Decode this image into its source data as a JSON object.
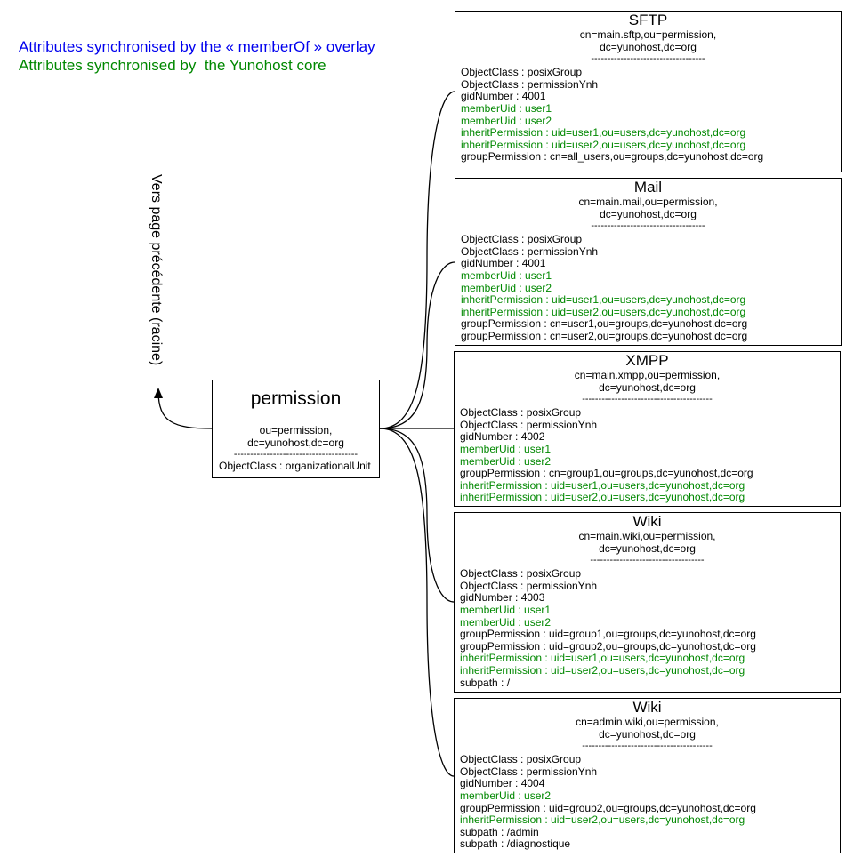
{
  "legend": {
    "overlay": {
      "text": "Attributes synchronised by the « memberOf » overlay",
      "color": "#0000ee"
    },
    "core": {
      "text": "Attributes synchronised by  the Yunohost core",
      "color": "#008800"
    }
  },
  "back_label": "Vers page précédente (racine)",
  "colors": {
    "core_attr": "#008800",
    "normal_attr": "#000000",
    "line": "#000000"
  },
  "root": {
    "title": "permission",
    "dn": "ou=permission,\ndc=yunohost,dc=org",
    "separator": "--------------------------------------",
    "attributes": [
      {
        "text": "ObjectClass : organizationalUnit",
        "core": false
      }
    ]
  },
  "entries": [
    {
      "title": "SFTP",
      "dn": "cn=main.sftp,ou=permission,\ndc=yunohost,dc=org",
      "separator": "-----------------------------------",
      "attributes": [
        {
          "text": "ObjectClass : posixGroup",
          "core": false
        },
        {
          "text": "ObjectClass : permissionYnh",
          "core": false
        },
        {
          "text": "gidNumber : 4001",
          "core": false
        },
        {
          "text": "memberUid : user1",
          "core": true
        },
        {
          "text": "memberUid : user2",
          "core": true
        },
        {
          "text": "inheritPermission : uid=user1,ou=users,dc=yunohost,dc=org",
          "core": true
        },
        {
          "text": "inheritPermission : uid=user2,ou=users,dc=yunohost,dc=org",
          "core": true
        },
        {
          "text": "groupPermission : cn=all_users,ou=groups,dc=yunohost,dc=org",
          "core": false
        }
      ]
    },
    {
      "title": "Mail",
      "dn": "cn=main.mail,ou=permission,\ndc=yunohost,dc=org",
      "separator": "-----------------------------------",
      "attributes": [
        {
          "text": "ObjectClass : posixGroup",
          "core": false
        },
        {
          "text": "ObjectClass : permissionYnh",
          "core": false
        },
        {
          "text": "gidNumber : 4001",
          "core": false
        },
        {
          "text": "memberUid : user1",
          "core": true
        },
        {
          "text": "memberUid : user2",
          "core": true
        },
        {
          "text": "inheritPermission : uid=user1,ou=users,dc=yunohost,dc=org",
          "core": true
        },
        {
          "text": "inheritPermission : uid=user2,ou=users,dc=yunohost,dc=org",
          "core": true
        },
        {
          "text": "groupPermission : cn=user1,ou=groups,dc=yunohost,dc=org",
          "core": false
        },
        {
          "text": "groupPermission : cn=user2,ou=groups,dc=yunohost,dc=org",
          "core": false
        }
      ]
    },
    {
      "title": "XMPP",
      "dn": "cn=main.xmpp,ou=permission,\ndc=yunohost,dc=org",
      "separator": "----------------------------------------",
      "attributes": [
        {
          "text": "ObjectClass : posixGroup",
          "core": false
        },
        {
          "text": "ObjectClass : permissionYnh",
          "core": false
        },
        {
          "text": "gidNumber : 4002",
          "core": false
        },
        {
          "text": "memberUid : user1",
          "core": true
        },
        {
          "text": "memberUid : user2",
          "core": true
        },
        {
          "text": "groupPermission : cn=group1,ou=groups,dc=yunohost,dc=org",
          "core": false
        },
        {
          "text": "inheritPermission : uid=user1,ou=users,dc=yunohost,dc=org",
          "core": true
        },
        {
          "text": "inheritPermission : uid=user2,ou=users,dc=yunohost,dc=org",
          "core": true
        }
      ]
    },
    {
      "title": "Wiki",
      "dn": "cn=main.wiki,ou=permission,\ndc=yunohost,dc=org",
      "separator": "-----------------------------------",
      "attributes": [
        {
          "text": "ObjectClass : posixGroup",
          "core": false
        },
        {
          "text": "ObjectClass : permissionYnh",
          "core": false
        },
        {
          "text": "gidNumber : 4003",
          "core": false
        },
        {
          "text": "memberUid : user1",
          "core": true
        },
        {
          "text": "memberUid : user2",
          "core": true
        },
        {
          "text": "groupPermission : uid=group1,ou=groups,dc=yunohost,dc=org",
          "core": false
        },
        {
          "text": "groupPermission : uid=group2,ou=groups,dc=yunohost,dc=org",
          "core": false
        },
        {
          "text": "inheritPermission : uid=user1,ou=users,dc=yunohost,dc=org",
          "core": true
        },
        {
          "text": "inheritPermission : uid=user2,ou=users,dc=yunohost,dc=org",
          "core": true
        },
        {
          "text": "subpath : /",
          "core": false
        }
      ]
    },
    {
      "title": "Wiki",
      "dn": "cn=admin.wiki,ou=permission,\ndc=yunohost,dc=org",
      "separator": "----------------------------------------",
      "attributes": [
        {
          "text": "ObjectClass : posixGroup",
          "core": false
        },
        {
          "text": "ObjectClass : permissionYnh",
          "core": false
        },
        {
          "text": "gidNumber : 4004",
          "core": false
        },
        {
          "text": "memberUid : user2",
          "core": true
        },
        {
          "text": "groupPermission : uid=group2,ou=groups,dc=yunohost,dc=org",
          "core": false
        },
        {
          "text": "inheritPermission : uid=user2,ou=users,dc=yunohost,dc=org",
          "core": true
        },
        {
          "text": "subpath : /admin",
          "core": false
        },
        {
          "text": "subpath : /diagnostique",
          "core": false
        }
      ]
    }
  ]
}
